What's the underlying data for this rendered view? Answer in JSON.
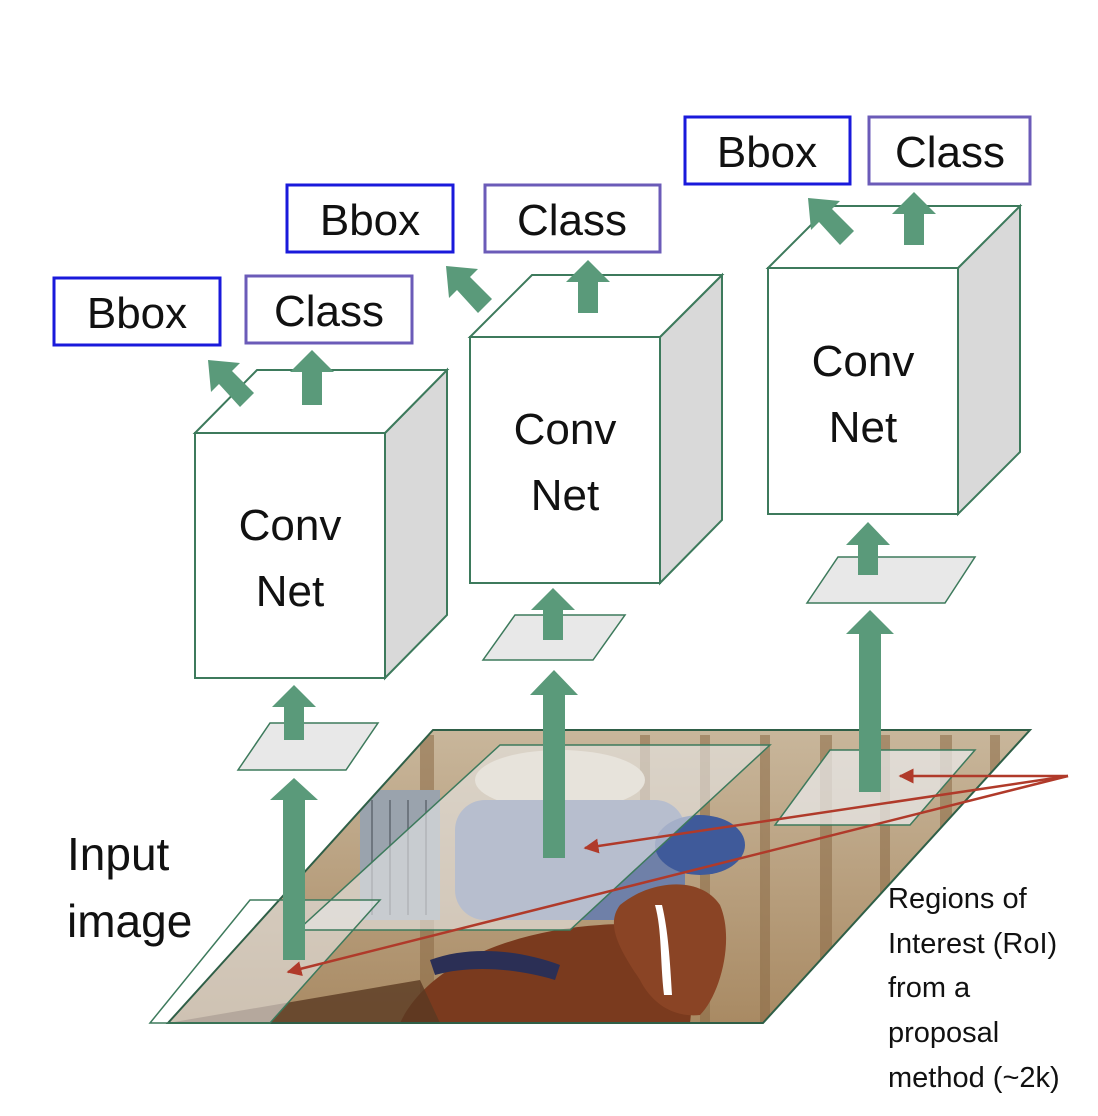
{
  "labels": {
    "bbox": "Bbox",
    "class": "Class",
    "conv_line1": "Conv",
    "conv_line2": "Net",
    "input_line1": "Input",
    "input_line2": "image",
    "roi_lines": [
      "Regions of",
      "Interest (RoI)",
      "from a",
      "proposal",
      "method (~2k)"
    ]
  },
  "colors": {
    "arrow_green": "#5a9a7a",
    "box_stroke": "#3d7a5c",
    "bbox_border": "#1a1adb",
    "class_border": "#6b5bb8",
    "pointer_red": "#b03a2a",
    "roi_fill": "#e8e8e8"
  },
  "icons": {
    "input_image": "horse-and-rider-photo"
  }
}
